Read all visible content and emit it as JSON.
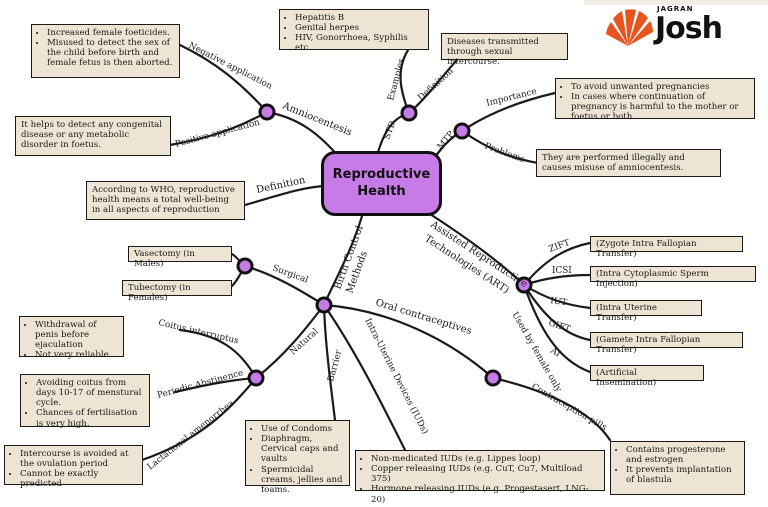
{
  "center": {
    "line1": "Reproductive",
    "line2": "Health"
  },
  "logo": {
    "jagran": "JAGRAN",
    "josh": "Josh"
  },
  "labels": {
    "negative_application": "Negative application",
    "positive_application": "Positive application",
    "amniocentesis": "Amniocentesis",
    "examples": "Examples",
    "definition_std": "Definition",
    "std": "STD",
    "importance": "Importance",
    "mtp": "MTP",
    "problems": "Problems",
    "definition_rh": "Definition",
    "art1": "Assisted Reproductive",
    "art2": "Technologies (ART)",
    "zift": "ZIFT",
    "icsi": "ICSI",
    "iut": "IUT",
    "gift": "GIFT",
    "ai": "AI",
    "used_by_female": "Used by female only",
    "birth_control": "Birth Control",
    "methods": "Methods",
    "surgical": "Surgical",
    "natural": "Natural",
    "barrier": "Barrier",
    "iud": "Intra-Uterine Devices (IUDs)",
    "oral": "Oral contraceptives",
    "pills": "Contraception pills",
    "coitus": "Coitus interruptus",
    "periodic": "Periodic Abstinence",
    "lactational": "Lactational amenorrhea"
  },
  "boxes": {
    "negative": [
      "Increased female foeticides.",
      "Misused to detect the sex of the child before birth and female fetus is then aborted."
    ],
    "positive": "It helps to detect any congenital disease or any metabolic disorder in foetus.",
    "std_examples": [
      "Hepatitis B",
      "Genital herpes",
      "HIV, Gonorrhoea, Syphilis etc"
    ],
    "std_definition": "Diseases transmitted through sexual intercourse.",
    "importance": [
      "To avoid unwanted pregnancies",
      "In cases where continuation of pregnancy is harmful to the mother or foetus or both"
    ],
    "problems": "They are performed illegally and causes misuse of amniocentesis.",
    "rh_definition": "According to WHO, reproductive health means a total well-being in all aspects of reproduction",
    "zift": "(Zygote Intra Fallopian Transfer)",
    "icsi": "(Intra Cytoplasmic Sperm Injection)",
    "iut": "(Intra Uterine Transfer)",
    "gift": "(Gamete Intra Fallopian Transfer)",
    "ai": "(Artificial Insemination)",
    "vasectomy": "Vasectomy (in Males)",
    "tubectomy": "Tubectomy (in Females)",
    "coitus": [
      "Withdrawal of penis before ejaculation",
      "Not very reliable"
    ],
    "periodic": [
      "Avoiding coitus from days 10-17 of menstural cycle.",
      "Chances of fertilisation is very high."
    ],
    "lactational": [
      "Intercourse is avoided at the ovulation period",
      "Cannot be exactly predicted"
    ],
    "barrier": [
      "Use of Condoms",
      "Diaphragm, Cervical caps and vaults",
      "Spermicidal creams, jellies and foams."
    ],
    "iud": [
      "Non-medicated IUDs (e.g. Lippes loop)",
      "Copper releasing IUDs (e.g. CuT, Cu7, Multiload 375)",
      "Hormone releasing IUDs (e.g. Progestasert, LNG-20)"
    ],
    "pills": [
      "Contains progesterone and estrogen",
      "It prevents implantation of blastula"
    ]
  },
  "colors": {
    "node": "#c77be6",
    "box": "#ede4d3",
    "logo_orange": "#e8541e"
  }
}
